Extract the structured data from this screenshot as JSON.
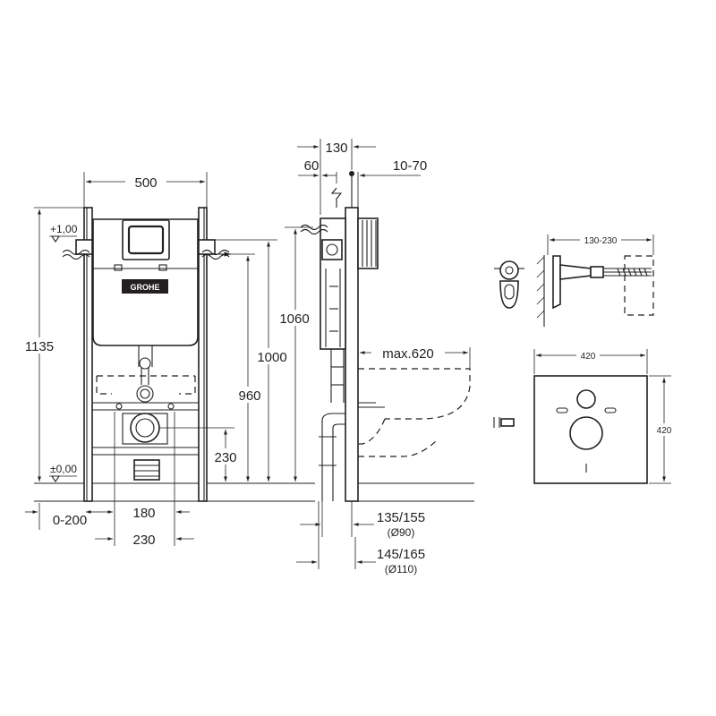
{
  "front_view": {
    "width": "500",
    "height_total": "1135",
    "level_top": "+1,00",
    "level_zero": "±0,00",
    "offset": "0-200",
    "inner_width": "180",
    "drain_width": "230",
    "height_1000": "1000",
    "height_960": "960",
    "height_230": "230",
    "logo": "GROHE"
  },
  "side_view": {
    "depth": "130",
    "pipe_offset": "60",
    "wall_range": "10-70",
    "height_1060": "1060",
    "max_projection": "max.620",
    "drain_90": "135/155",
    "drain_90_sub": "(Ø90)",
    "drain_110": "145/165",
    "drain_110_sub": "(Ø110)"
  },
  "bracket_view": {
    "range": "130-230"
  },
  "mat_view": {
    "width": "420",
    "height": "420"
  }
}
